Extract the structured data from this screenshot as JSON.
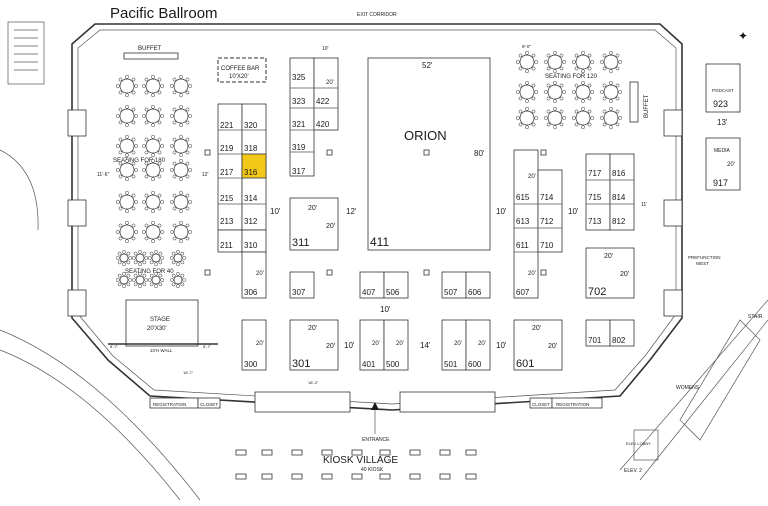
{
  "title": "Pacific Ballroom",
  "labels": {
    "exit_corridor": "EXIT CORRIDOR",
    "buffet_left": "BUFFET",
    "buffet_right": "BUFFET",
    "coffee_bar": "COFFEE BAR",
    "coffee_bar_size": "10'X20'",
    "orion": "ORION",
    "orion_width": "52'",
    "orion_depth": "80'",
    "seating_180": "SEATING FOR 180",
    "seating_40": "SEATING FOR 40",
    "seating_120": "SEATING FOR 120",
    "stage": "STAGE",
    "stage_size": "20'X30'",
    "stage_wall": "10'H WALL",
    "registration_left": "REGISTRATION",
    "closet_left": "CLOSET",
    "registration_right": "REGISTRATION",
    "closet_right": "CLOSET",
    "entrance": "ENTRANCE",
    "kiosk_village": "KIOSK VILLAGE",
    "kiosk_count": "40 KIOSK",
    "podcast": "PODCAST",
    "media": "MEDIA",
    "prefunction": "PREFUNCTION",
    "prefunction_2": "WEST",
    "womens": "WOMENS",
    "stair": "STAIR",
    "elev": "ELEV. 2",
    "elev_lobby": "ELEV LOBBY"
  },
  "dims": {
    "d13": "13'",
    "d10": "10'",
    "d12": "12'",
    "d14": "14'",
    "d20": "20'",
    "d11_6": "11'-6\"",
    "d12b": "12'",
    "d8_0": "8'-0\"",
    "d11": "11'",
    "d8_7": "8'-7\"",
    "d16_7": "16'-7\"",
    "d18_3": "18'-3\""
  },
  "booths": [
    {
      "id": "221"
    },
    {
      "id": "320"
    },
    {
      "id": "219"
    },
    {
      "id": "318"
    },
    {
      "id": "217"
    },
    {
      "id": "316",
      "highlight": true
    },
    {
      "id": "215"
    },
    {
      "id": "314"
    },
    {
      "id": "213"
    },
    {
      "id": "312"
    },
    {
      "id": "211"
    },
    {
      "id": "310"
    },
    {
      "id": "306"
    },
    {
      "id": "300"
    },
    {
      "id": "325"
    },
    {
      "id": "323"
    },
    {
      "id": "422"
    },
    {
      "id": "321"
    },
    {
      "id": "420"
    },
    {
      "id": "319"
    },
    {
      "id": "317"
    },
    {
      "id": "311"
    },
    {
      "id": "307"
    },
    {
      "id": "301"
    },
    {
      "id": "411"
    },
    {
      "id": "407"
    },
    {
      "id": "506"
    },
    {
      "id": "401"
    },
    {
      "id": "500"
    },
    {
      "id": "507"
    },
    {
      "id": "606"
    },
    {
      "id": "501"
    },
    {
      "id": "600"
    },
    {
      "id": "615"
    },
    {
      "id": "714"
    },
    {
      "id": "613"
    },
    {
      "id": "712"
    },
    {
      "id": "611"
    },
    {
      "id": "710"
    },
    {
      "id": "607"
    },
    {
      "id": "601"
    },
    {
      "id": "717"
    },
    {
      "id": "816"
    },
    {
      "id": "715"
    },
    {
      "id": "814"
    },
    {
      "id": "713"
    },
    {
      "id": "812"
    },
    {
      "id": "702"
    },
    {
      "id": "701"
    },
    {
      "id": "802"
    },
    {
      "id": "923"
    },
    {
      "id": "917"
    }
  ],
  "colors": {
    "highlight": "#f2c919",
    "line": "#333333",
    "background": "#ffffff"
  }
}
